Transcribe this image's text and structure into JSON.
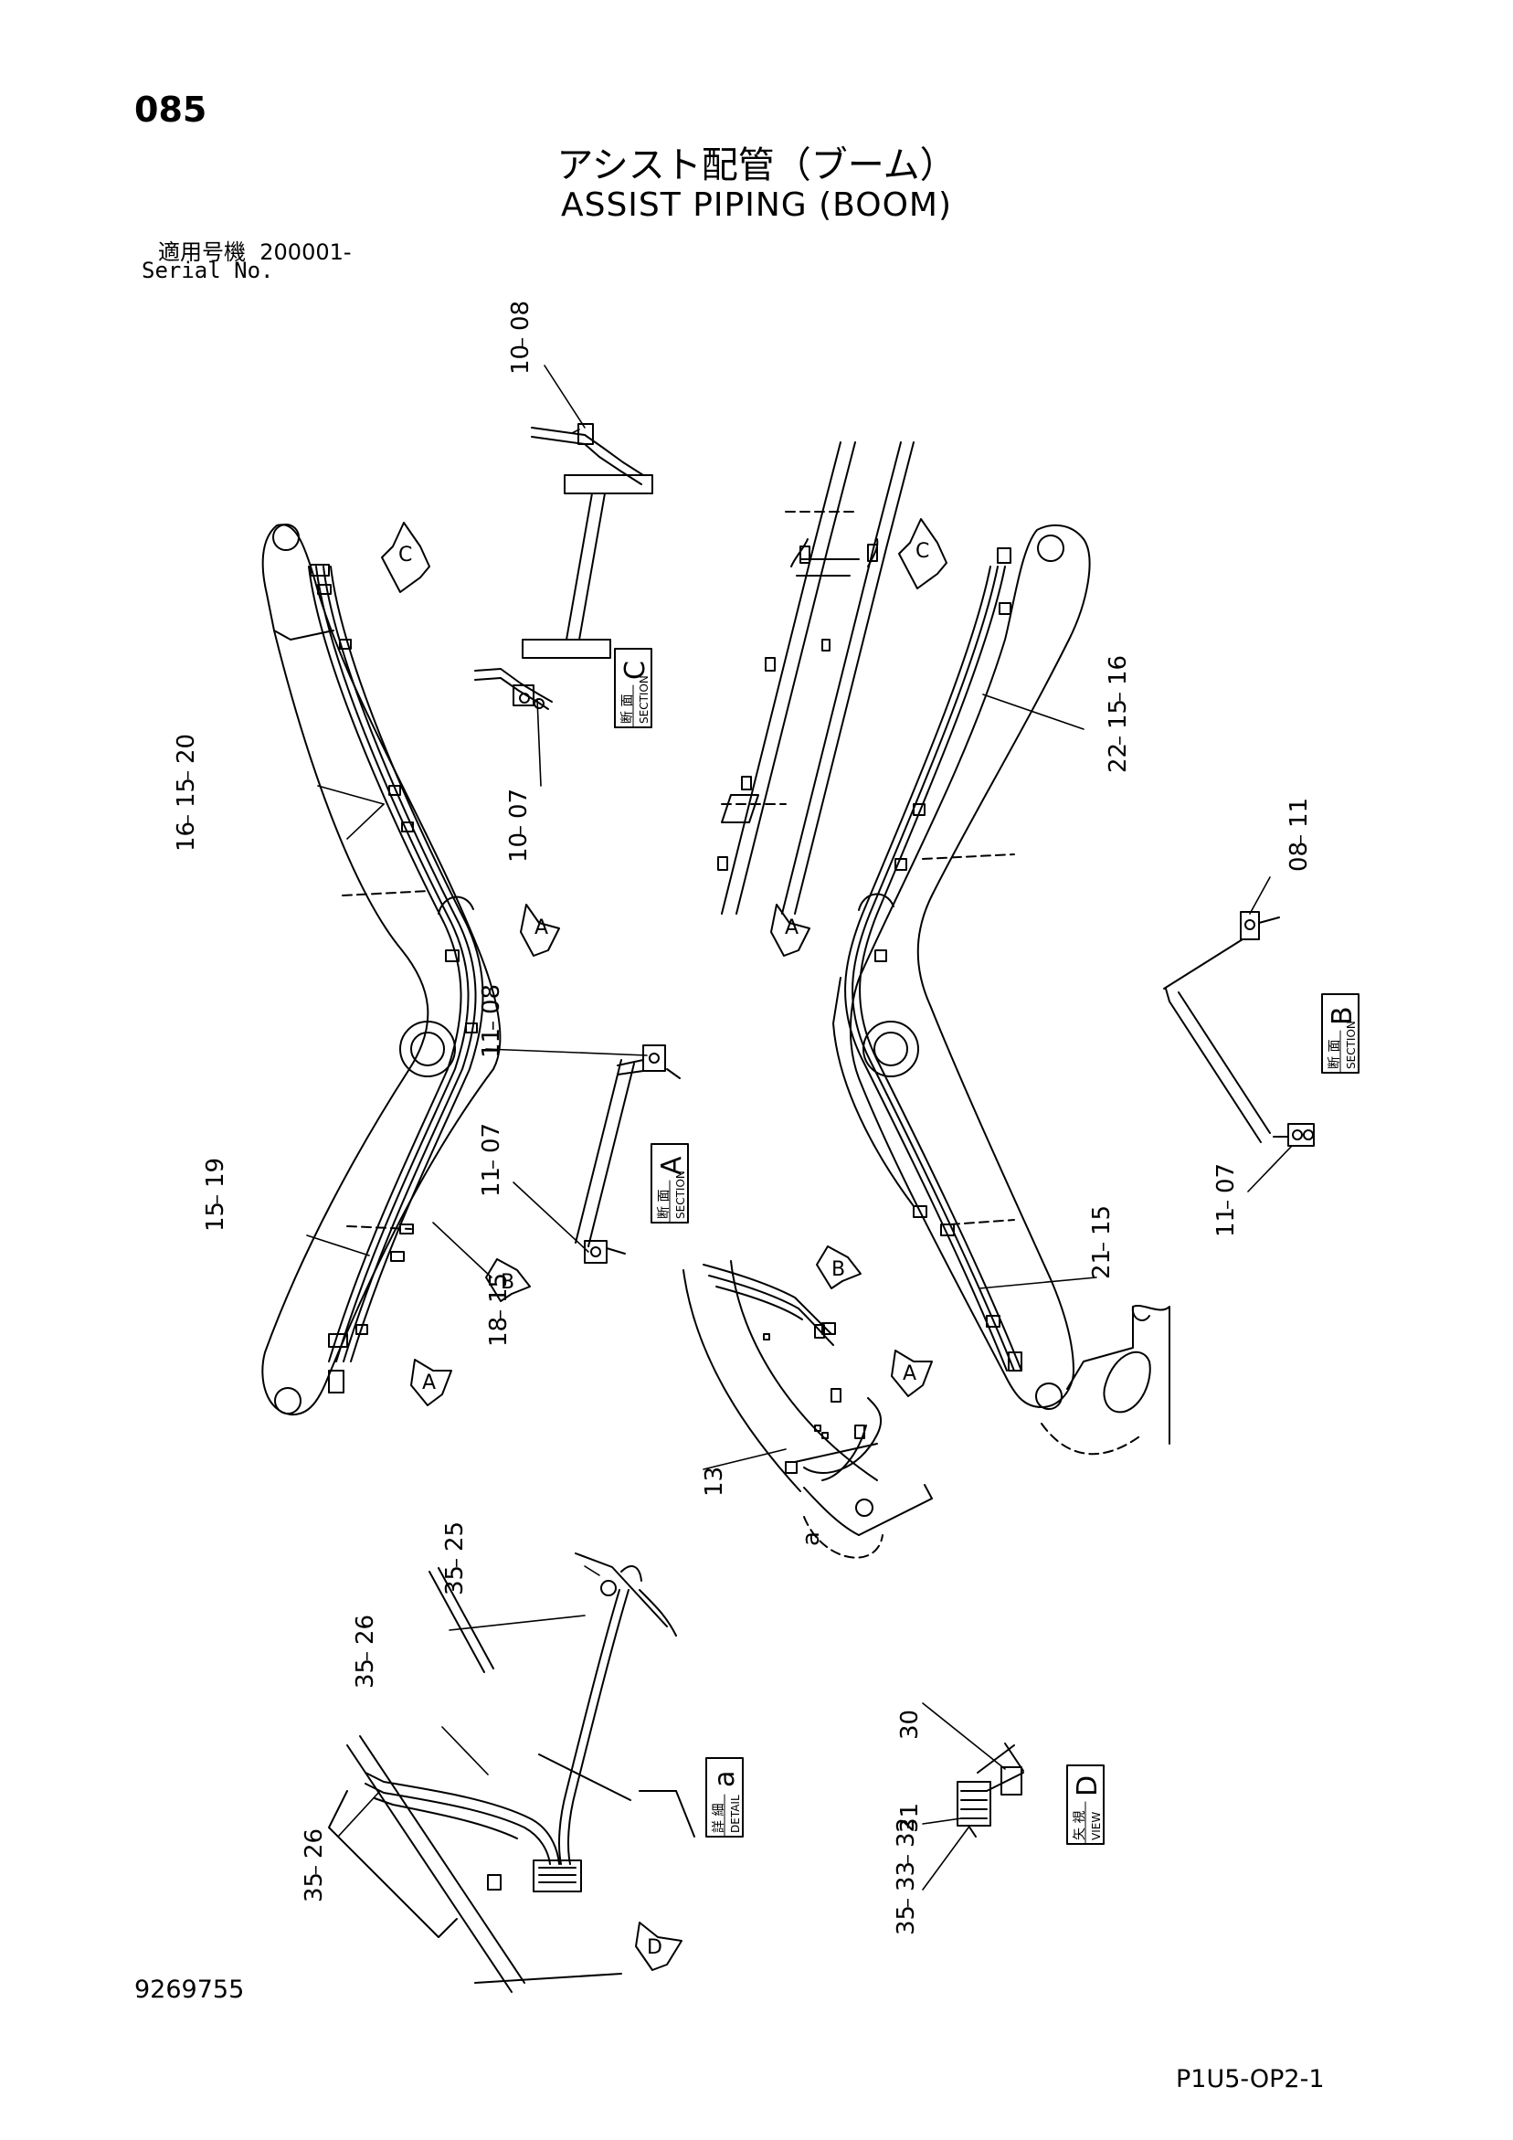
{
  "header": {
    "page_number": "085",
    "title_jp": "アシスト配管（ブーム）",
    "title_en": "ASSIST PIPING (BOOM)",
    "serial_label_jp": "適用号機",
    "serial_value": "200001-",
    "serial_label_en": "Serial No."
  },
  "footer": {
    "document_number": "9269755",
    "page_code": "P1U5-OP2-1"
  },
  "boxes": {
    "section_c": {
      "jp": "断 面",
      "en": "SECTION",
      "letter": "C"
    },
    "section_a": {
      "jp": "断 面",
      "en": "SECTION",
      "letter": "A"
    },
    "section_b": {
      "jp": "断 面",
      "en": "SECTION",
      "letter": "B"
    },
    "detail_a": {
      "jp": "詳 細",
      "en": "DETAIL",
      "letter": "a"
    },
    "view_d": {
      "jp": "矢 視",
      "en": "VIEW",
      "letter": "D"
    }
  },
  "arrows": {
    "c_left": "C",
    "c_right": "C",
    "a_mid_left": "A",
    "a_mid_right": "A",
    "a_bottom_left": "A",
    "a_bottom_right": "A",
    "b_left": "B",
    "b_right": "B",
    "d_bottom": "D"
  },
  "callouts": {
    "c_top": [
      "10",
      "08"
    ],
    "c_bottom": [
      "10",
      "07"
    ],
    "boom_left_upper": [
      "16",
      "15",
      "20"
    ],
    "boom_left_lower": [
      "15",
      "19"
    ],
    "boom_left_bracket": [
      "18",
      "15"
    ],
    "sec_a_top": [
      "11",
      "08"
    ],
    "sec_a_bottom": [
      "11",
      "07"
    ],
    "boom_right_upper": [
      "22",
      "15",
      "16"
    ],
    "boom_right_lower": [
      "21",
      "15"
    ],
    "sec_b_top": [
      "08",
      "11"
    ],
    "sec_b_bottom": [
      "11",
      "07"
    ],
    "base_13": "13",
    "base_a": "a",
    "det_upper": [
      "35",
      "25"
    ],
    "det_mid": [
      "35",
      "26"
    ],
    "det_low": [
      "35",
      "26"
    ],
    "view_30": "30",
    "view_31": "31",
    "view_group": [
      "35",
      "33",
      "32"
    ]
  }
}
